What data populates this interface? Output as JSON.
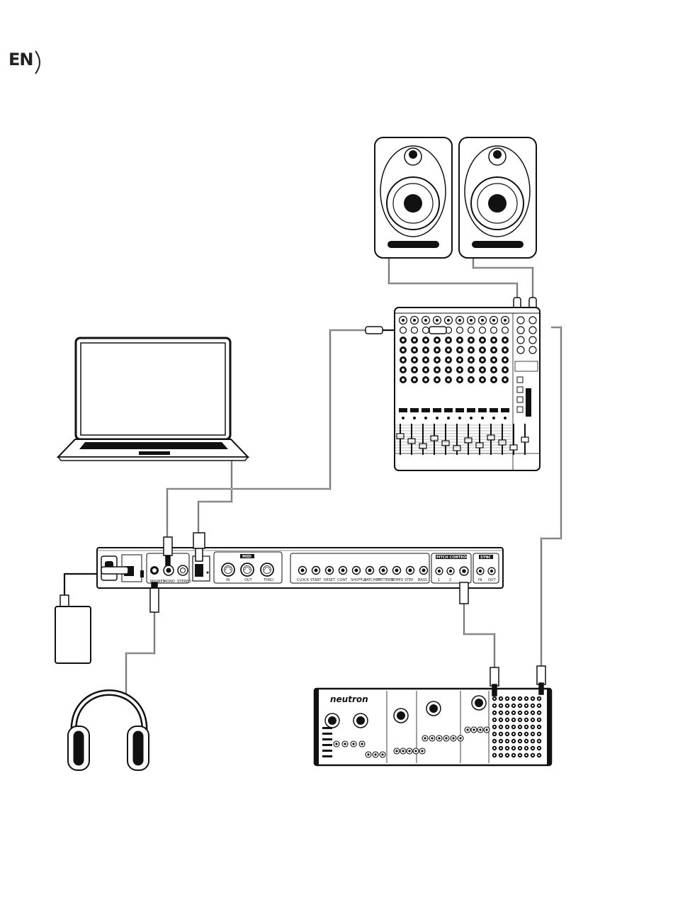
{
  "header": {
    "language": "EN"
  },
  "interface": {
    "jack_labels": [
      "PHONES",
      "MONO",
      "STEREO"
    ],
    "midi_header": "MIDI",
    "midi_labels": [
      "IN",
      "OUT",
      "THRU"
    ],
    "port_labels": [
      "CLOCK",
      "START",
      "RESET",
      "CONT",
      "SHUFFLE",
      "RATCHET",
      "PATTERN",
      "TEMPO",
      "STEP",
      "BASS"
    ],
    "cv_header": "PITCH CONTROL",
    "cv_labels": [
      "1",
      "2"
    ],
    "sync_header": "SYNC",
    "sync_labels": [
      "IN",
      "OUT"
    ]
  },
  "synth": {
    "brand": "neutron"
  }
}
